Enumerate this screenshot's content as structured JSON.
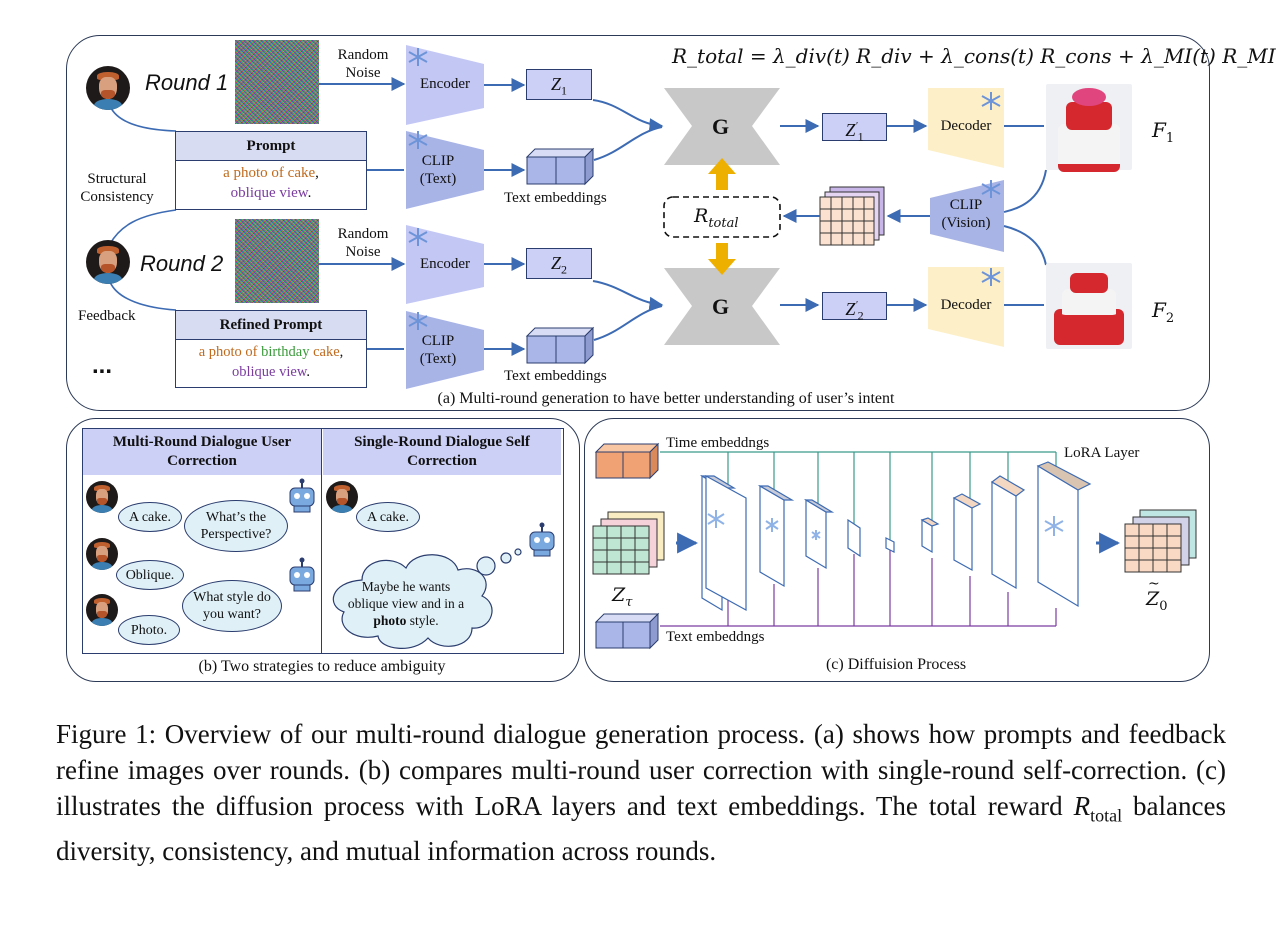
{
  "formula": "R_total = λ_div(t) R_div + λ_cons(t) R_cons + λ_MI(t) R_MI",
  "panel_a": {
    "round1": "Round 1",
    "round2": "Round 2",
    "random_noise_1": "Random Noise",
    "random_noise_2": "Random Noise",
    "encoder_1": "Encoder",
    "encoder_2": "Encoder",
    "z1": "Z",
    "z1_sub": "1",
    "z2": "Z",
    "z2_sub": "2",
    "prompt_title": "Prompt",
    "prompt_part1": "a photo of cake",
    "prompt_part1_end": ",",
    "prompt_part2": "oblique view",
    "prompt_part2_end": ".",
    "refined_title": "Refined Prompt",
    "refined_a": "a photo of ",
    "refined_b": "birthday",
    "refined_c": " cake",
    "refined_d": ",",
    "refined_e": "oblique view",
    "refined_f": ".",
    "clip_text_1": "CLIP (Text)",
    "clip_text_2": "CLIP (Text)",
    "text_emb_1": "Text embeddings",
    "text_emb_2": "Text embeddings",
    "structural": "Structural Consistency",
    "feedback": "Feedback",
    "ellipsis": "...",
    "g1": "G",
    "g2": "G",
    "zp1": "Z",
    "zp1_sub": "1",
    "zp2": "Z",
    "zp2_sub": "2",
    "decoder_1": "Decoder",
    "decoder_2": "Decoder",
    "f1": "F",
    "f1_sub": "1",
    "f2": "F",
    "f2_sub": "2",
    "rtotal": "R",
    "rtotal_sub": "total",
    "clip_vision": "CLIP (Vision)",
    "caption": "(a) Multi-round generation to have better understanding of user’s intent"
  },
  "panel_b": {
    "col1_title": "Multi-Round Dialogue User Correction",
    "col2_title": "Single-Round Dialogue Self Correction",
    "u1": "A cake.",
    "u2": "Oblique.",
    "u3": "Photo.",
    "r1": "What’s the Perspective?",
    "r2": "What style do you want?",
    "s1": "A cake.",
    "thought_1": "Maybe he wants oblique view and in a",
    "thought_bold": "photo",
    "thought_2": "style.",
    "caption": "(b) Two strategies to reduce ambiguity"
  },
  "panel_c": {
    "time_emb": "Time embeddngs",
    "text_emb": "Text embeddngs",
    "lora": "LoRA Layer",
    "z_tau": "Z",
    "z_tau_sub": "τ",
    "z0": "Z",
    "z0_sub": "0",
    "caption": "(c) Diffuision Process"
  },
  "figure_caption": "Figure 1: Overview of our multi-round dialogue generation process. (a) shows how prompts and feedback refine images over rounds. (b) compares multi-round user correction with single-round self-correction. (c) illustrates the diffusion process with LoRA layers and text embeddings. The total reward R_total balances diversity, consistency, and mutual information across rounds.",
  "caption_rtotal": "R",
  "caption_rtotal_sub": "total",
  "caption_part1": "Figure 1: Overview of our multi-round dialogue generation process. (a) shows how prompts and feedback refine images over rounds. (b) compares multi-round user correction with single-round self-correction. (c) illustrates the diffusion process with LoRA layers and text embeddings. The total reward ",
  "caption_part2": " balances diversity, consistency, and mutual information across rounds.",
  "colors": {
    "trapezoid_blue": "#c3c7f4",
    "clip_blue": "#a9b4e6",
    "decoder_yellow": "#fdf0c8",
    "g_gray": "#c8c8c8",
    "arrow_blue": "#3d6bb3",
    "arrow_gold": "#eeb000",
    "prompt_orange": "#c06a1d",
    "prompt_purple": "#7b3ca0",
    "prompt_green": "#3a9a3a"
  }
}
